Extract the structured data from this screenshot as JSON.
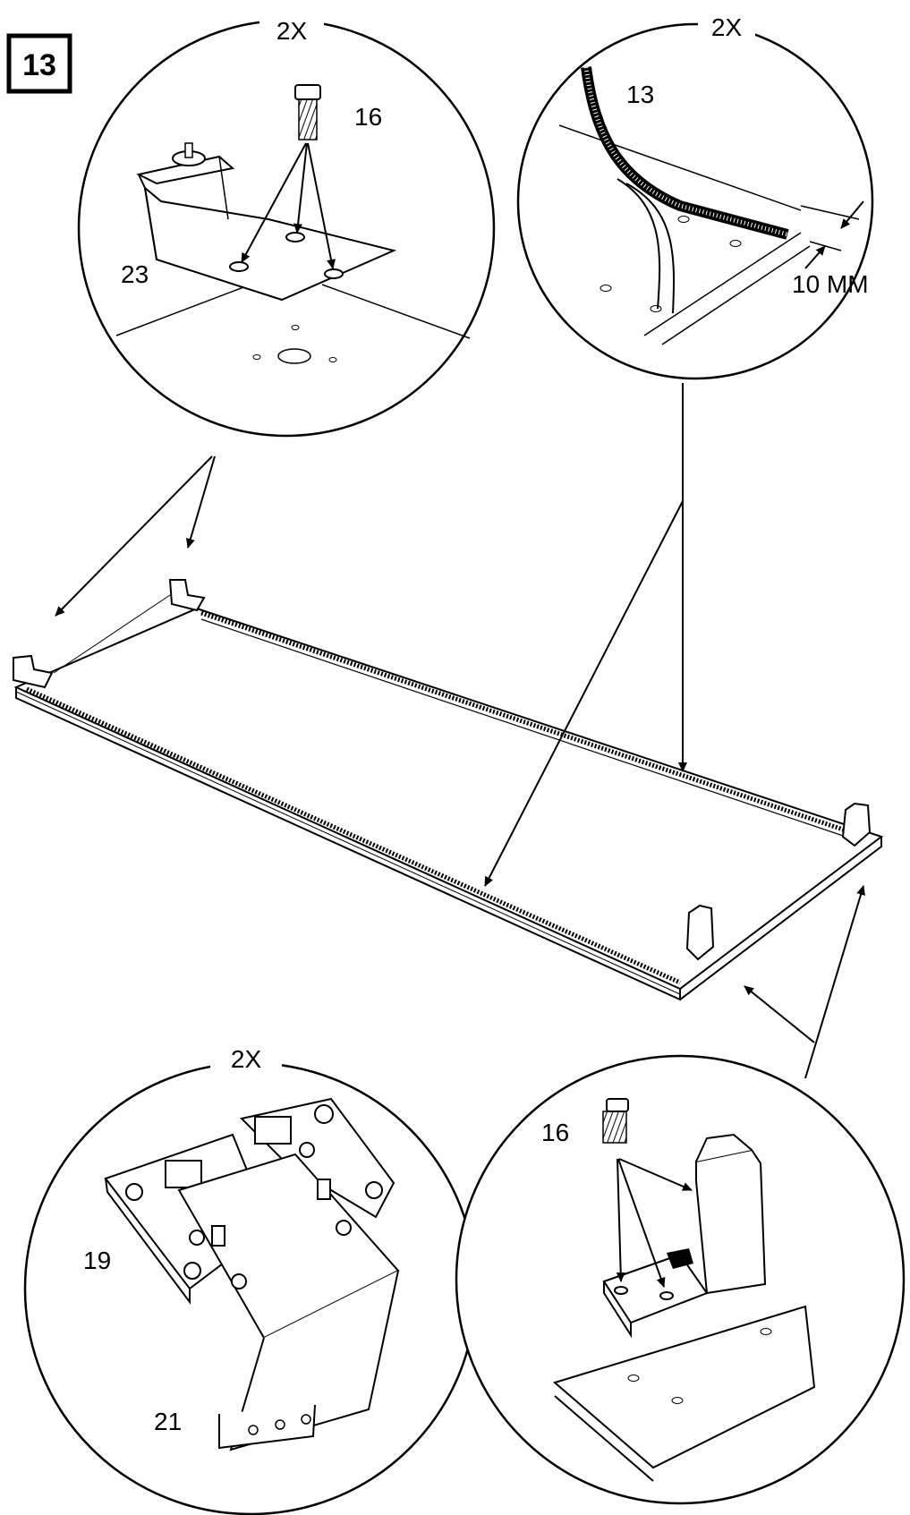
{
  "step": {
    "number": "13"
  },
  "callouts": {
    "top_left": {
      "multiplier": "2X",
      "parts": [
        "16",
        "23"
      ]
    },
    "top_right": {
      "multiplier": "2X",
      "parts": [
        "13"
      ],
      "dimension": "10 MM"
    },
    "bottom_left": {
      "multiplier": "2X",
      "parts": [
        "19",
        "21"
      ]
    },
    "bottom_right": {
      "parts": [
        "16"
      ]
    }
  }
}
